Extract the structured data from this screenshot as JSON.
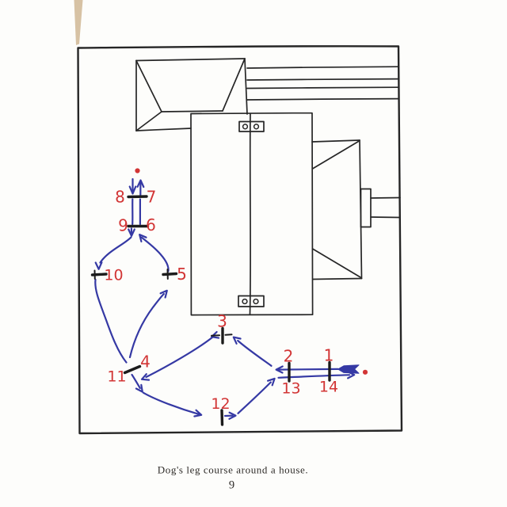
{
  "figure": {
    "caption": "Dog's leg course around a house.",
    "page_number": "9"
  },
  "course": {
    "jump_labels": {
      "j1": "1",
      "j2": "2",
      "j3": "3",
      "j4": "4",
      "j5": "5",
      "j6": "6",
      "j7": "7",
      "j8": "8",
      "j9": "9",
      "j10": "10",
      "j11": "11",
      "j12": "12",
      "j13": "13",
      "j14": "14"
    },
    "markers": {
      "turning_point": "red-dot",
      "start_finish_point": "red-dot"
    }
  },
  "colors": {
    "paper": "#fdfdfb",
    "ink": "#262626",
    "path_blue": "#3539a4",
    "label_red": "#d23535",
    "page_edge_tan": "#d7c2a4"
  }
}
